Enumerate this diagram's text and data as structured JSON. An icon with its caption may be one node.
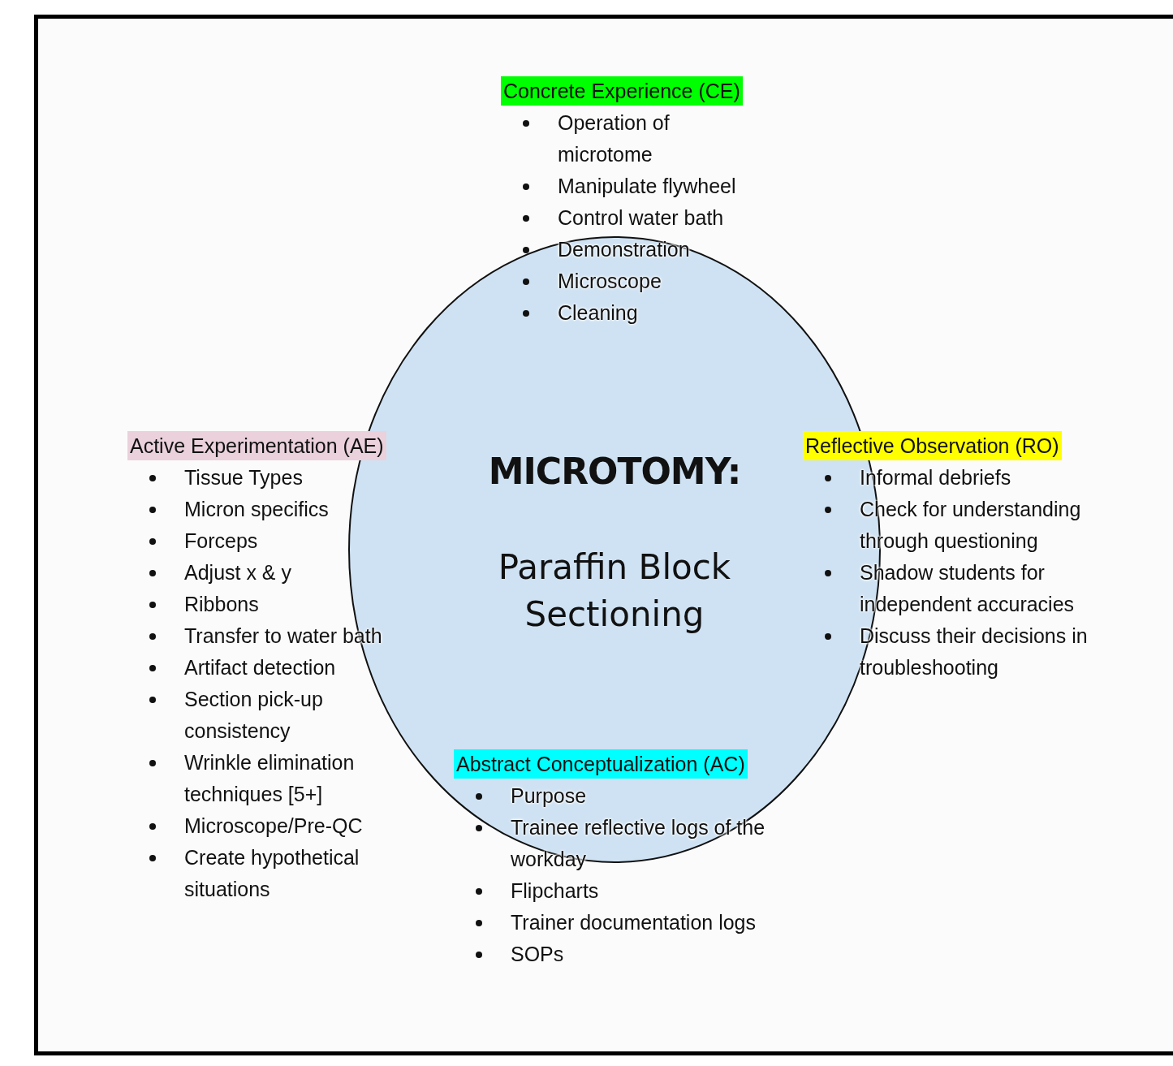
{
  "diagram": {
    "nodes": [
      {
        "text": [
          "MICROTOMY:",
          "Paraffin Block Sectioning"
        ]
      },
      {
        "text": [
          "Concrete Experience (CE)",
          "Operation of microtome",
          "Manipulate flywheel",
          "Control water bath",
          "Demonstration",
          "Microscope",
          "Cleaning"
        ]
      },
      {
        "text": [
          "Active Experimentation (AE)",
          "Tissue Types",
          "Micron specifics",
          "Forceps",
          "Adjust x & y",
          "Ribbons",
          "Transfer to water bath",
          "Artifact detection",
          "Section pick-up consistency",
          "Wrinkle elimination techniques [5+]",
          "Microscope/Pre-QC",
          "Create hypothetical situations"
        ]
      },
      {
        "text": [
          "Reflective Observation (RO)",
          "Informal debriefs",
          "Check for understanding through questioning",
          "Shadow students for independent accuracies",
          "Discuss their decisions in troubleshooting"
        ]
      },
      {
        "text": [
          "Abstract Conceptualization (AC)",
          "Purpose",
          "Trainee reflective logs of the workday",
          "Flipcharts",
          "Trainer documentation logs",
          "SOPs"
        ]
      }
    ]
  }
}
